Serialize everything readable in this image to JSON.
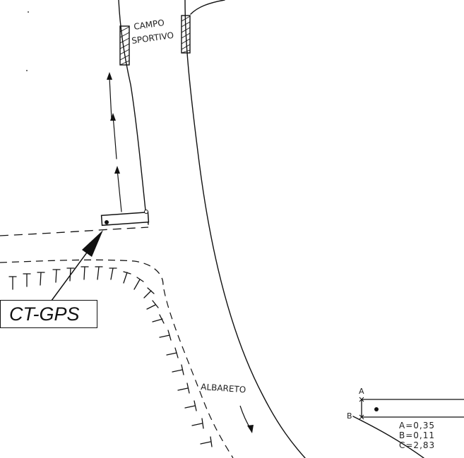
{
  "labels": {
    "campo": "CAMPO",
    "sportivo": "SPORTIVO",
    "albareto": "ALBARETO",
    "ct_gps": "CT-GPS",
    "dim_a_marker": "A",
    "dim_b_marker": "B"
  },
  "dimensions": {
    "a": "A=0,35",
    "b": "B=0,11",
    "c": "C=2,83"
  }
}
